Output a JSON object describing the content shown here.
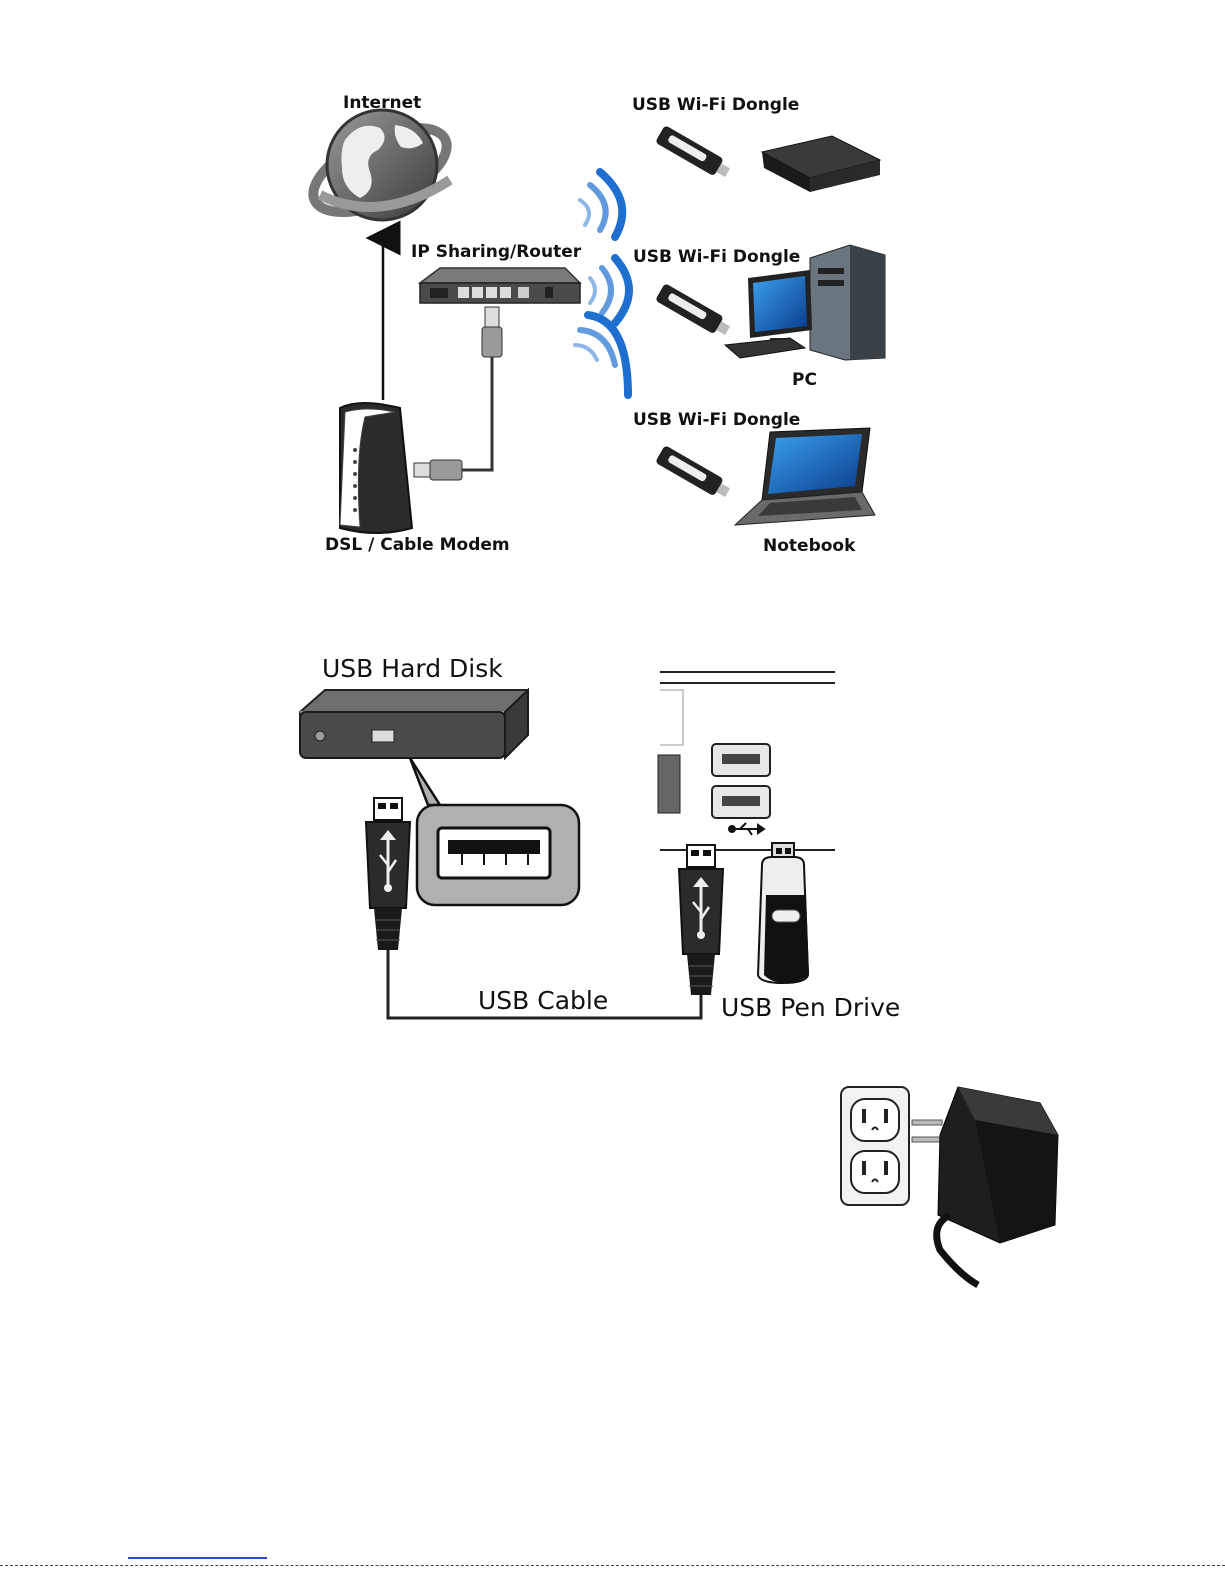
{
  "network": {
    "internet": "Internet",
    "router": "IP Sharing/Router",
    "modem": "DSL / Cable Modem",
    "dongle_top": "USB Wi-Fi Dongle",
    "dongle_mid": "USB Wi-Fi Dongle",
    "dongle_bottom": "USB Wi-Fi Dongle",
    "pc": "PC",
    "notebook": "Notebook"
  },
  "usb": {
    "hard_disk": "USB Hard Disk",
    "cable": "USB Cable",
    "pen_drive": "USB Pen Drive"
  },
  "colors": {
    "wifi_blue": "#1e6fd0",
    "device_dark": "#2a2a2a",
    "device_mid": "#555555",
    "screen_blue": "#1f6fc4"
  }
}
